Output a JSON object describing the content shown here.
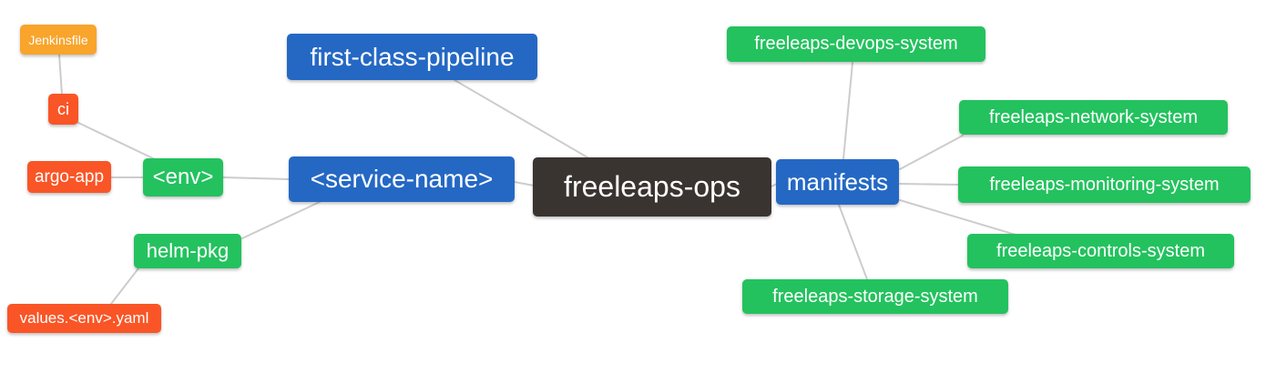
{
  "diagram": {
    "type": "mindmap",
    "root": "freeleaps-ops",
    "edge_color": "#cccccc",
    "palette": {
      "root_dark": "#3a3431",
      "branch_blue": "#2468c4",
      "node_green": "#23c25e",
      "leaf_red": "#fa5526",
      "leaf_amber": "#f9a42b",
      "text": "#ffffff"
    },
    "nodes": [
      {
        "id": "freeleaps-ops",
        "label": "freeleaps-ops",
        "color": "#3a3431"
      },
      {
        "id": "first-class-pipeline",
        "label": "first-class-pipeline",
        "color": "#2468c4"
      },
      {
        "id": "service-name",
        "label": "<service-name>",
        "color": "#2468c4"
      },
      {
        "id": "env",
        "label": "<env>",
        "color": "#23c25e"
      },
      {
        "id": "ci",
        "label": "ci",
        "color": "#fa5526"
      },
      {
        "id": "jenkinsfile",
        "label": "Jenkinsfile",
        "color": "#f9a42b"
      },
      {
        "id": "argo-app",
        "label": "argo-app",
        "color": "#fa5526"
      },
      {
        "id": "helm-pkg",
        "label": "helm-pkg",
        "color": "#23c25e"
      },
      {
        "id": "values-env-yaml",
        "label": "values.<env>.yaml",
        "color": "#fa5526"
      },
      {
        "id": "manifests",
        "label": "manifests",
        "color": "#2468c4"
      },
      {
        "id": "freeleaps-devops-system",
        "label": "freeleaps-devops-system",
        "color": "#23c25e"
      },
      {
        "id": "freeleaps-network-system",
        "label": "freeleaps-network-system",
        "color": "#23c25e"
      },
      {
        "id": "freeleaps-monitoring-system",
        "label": "freeleaps-monitoring-system",
        "color": "#23c25e"
      },
      {
        "id": "freeleaps-controls-system",
        "label": "freeleaps-controls-system",
        "color": "#23c25e"
      },
      {
        "id": "freeleaps-storage-system",
        "label": "freeleaps-storage-system",
        "color": "#23c25e"
      }
    ],
    "edges": [
      {
        "from": "jenkinsfile",
        "to": "ci"
      },
      {
        "from": "ci",
        "to": "env"
      },
      {
        "from": "argo-app",
        "to": "env"
      },
      {
        "from": "env",
        "to": "service-name"
      },
      {
        "from": "service-name",
        "to": "freeleaps-ops"
      },
      {
        "from": "first-class-pipeline",
        "to": "freeleaps-ops"
      },
      {
        "from": "service-name",
        "to": "helm-pkg"
      },
      {
        "from": "helm-pkg",
        "to": "values-env-yaml"
      },
      {
        "from": "freeleaps-ops",
        "to": "manifests"
      },
      {
        "from": "manifests",
        "to": "freeleaps-devops-system"
      },
      {
        "from": "manifests",
        "to": "freeleaps-network-system"
      },
      {
        "from": "manifests",
        "to": "freeleaps-monitoring-system"
      },
      {
        "from": "manifests",
        "to": "freeleaps-controls-system"
      },
      {
        "from": "manifests",
        "to": "freeleaps-storage-system"
      }
    ]
  }
}
